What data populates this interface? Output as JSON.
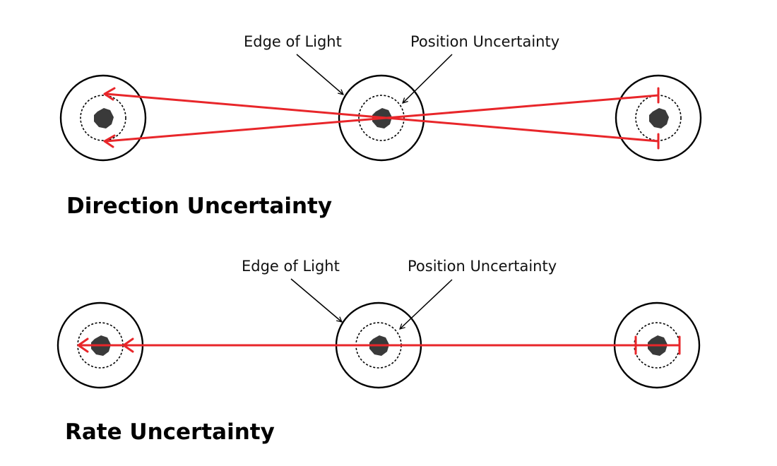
{
  "colors": {
    "ray": "#e8262a",
    "rings": "#000000",
    "asteroid": "#3a3a3a"
  },
  "icons": {
    "body": "asteroid-icon"
  },
  "direction_panel": {
    "edge_label": "Edge of Light",
    "position_label": "Position Uncertainty",
    "heading": "Direction Uncertainty"
  },
  "rate_panel": {
    "edge_label": "Edge of Light",
    "position_label": "Position Uncertainty",
    "heading": "Rate Uncertainty"
  }
}
